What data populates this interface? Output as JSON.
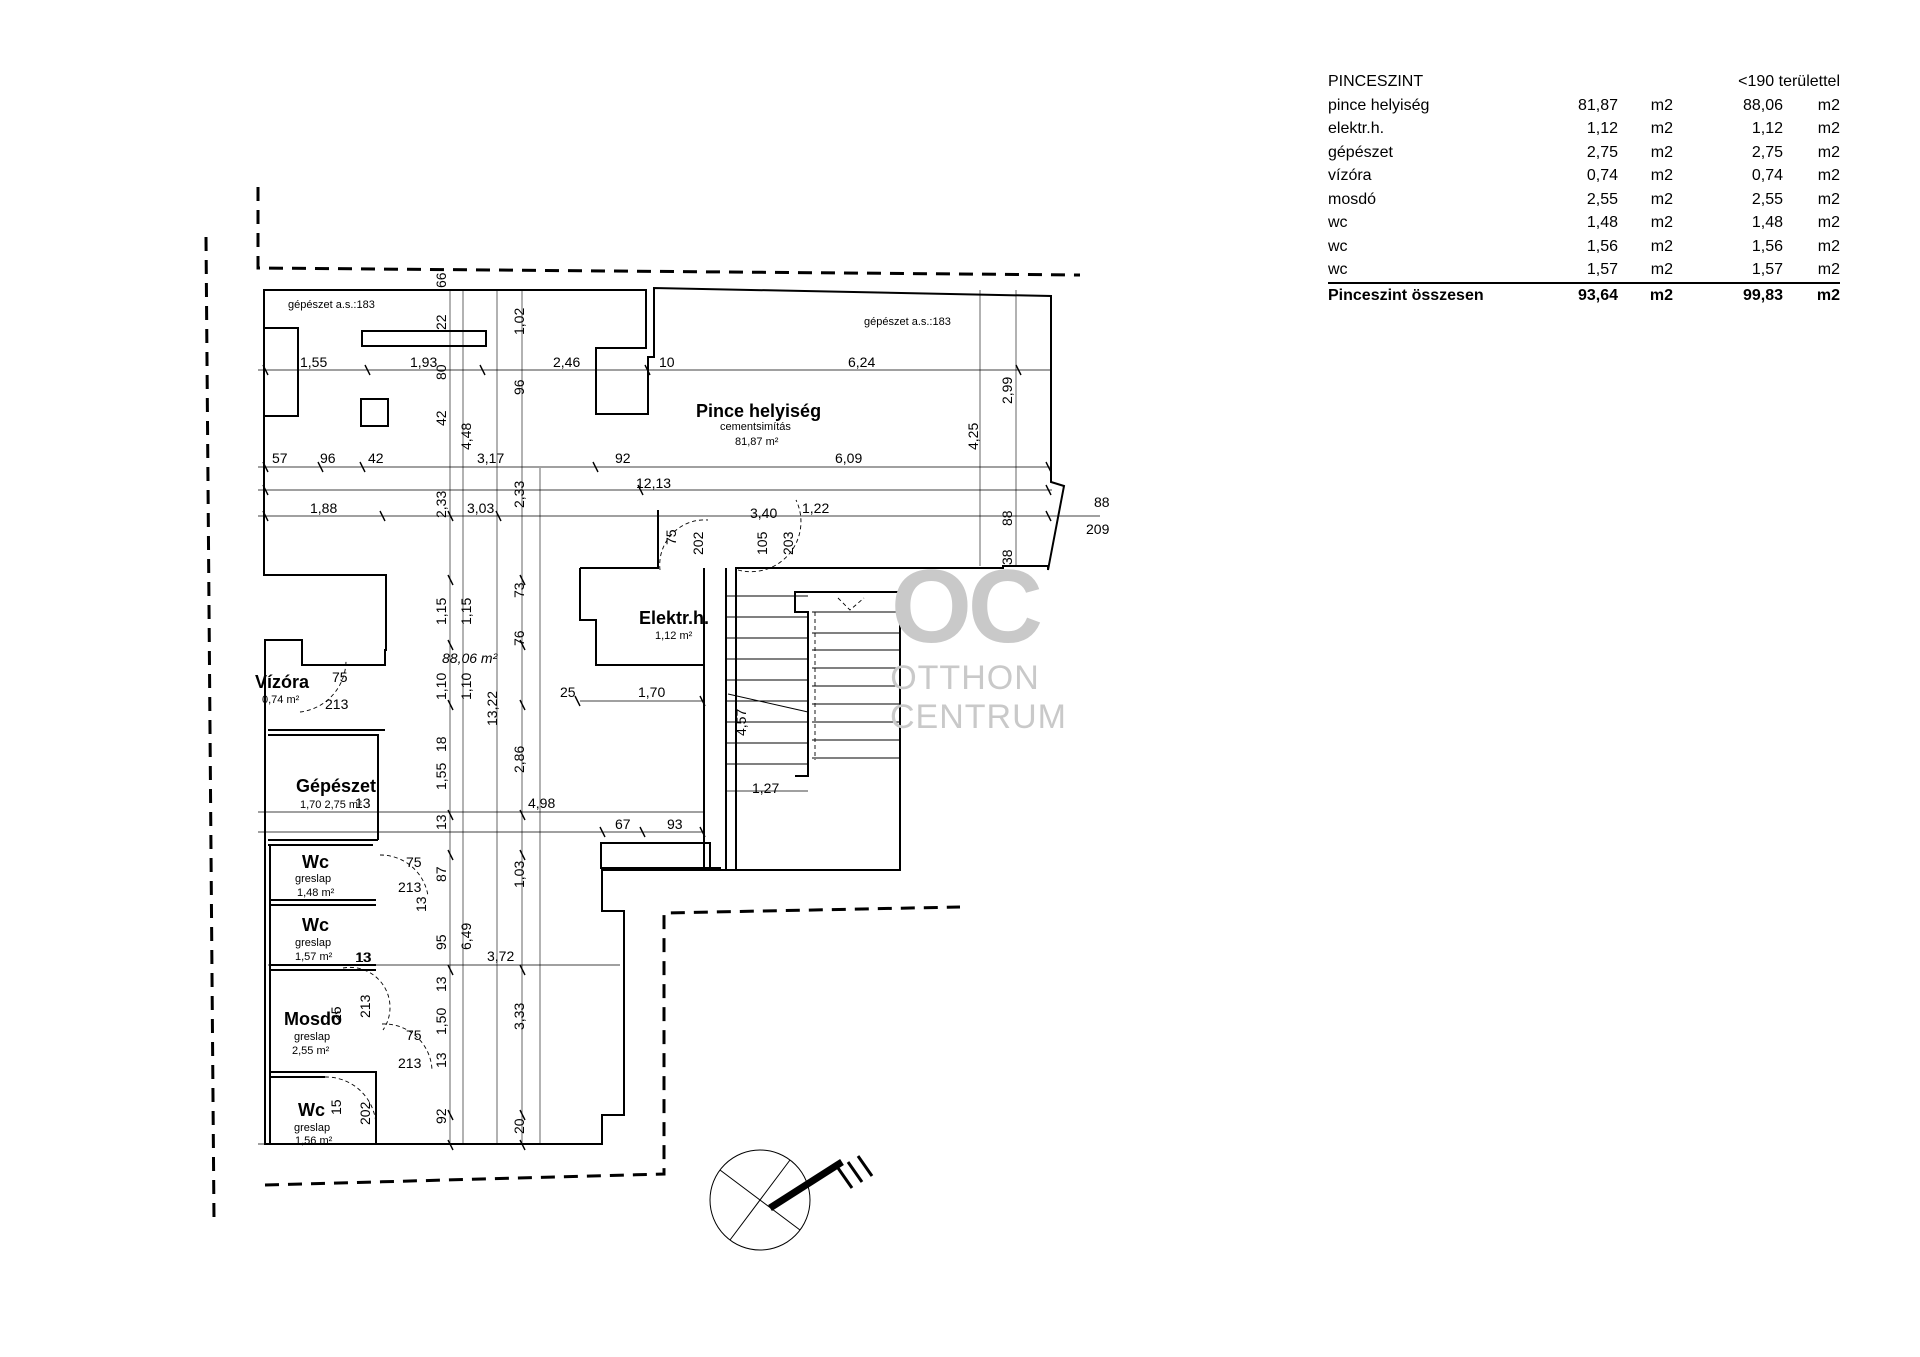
{
  "table": {
    "heading": "PINCESZINT",
    "heading_right": "<190 területtel",
    "rows": [
      {
        "name": "pince helyiség",
        "v1": "81,87",
        "u1": "m2",
        "v2": "88,06",
        "u2": "m2"
      },
      {
        "name": "elektr.h.",
        "v1": "1,12",
        "u1": "m2",
        "v2": "1,12",
        "u2": "m2"
      },
      {
        "name": "gépészet",
        "v1": "2,75",
        "u1": "m2",
        "v2": "2,75",
        "u2": "m2"
      },
      {
        "name": "vízóra",
        "v1": "0,74",
        "u1": "m2",
        "v2": "0,74",
        "u2": "m2"
      },
      {
        "name": "mosdó",
        "v1": "2,55",
        "u1": "m2",
        "v2": "2,55",
        "u2": "m2"
      },
      {
        "name": "wc",
        "v1": "1,48",
        "u1": "m2",
        "v2": "1,48",
        "u2": "m2"
      },
      {
        "name": "wc",
        "v1": "1,56",
        "u1": "m2",
        "v2": "1,56",
        "u2": "m2"
      },
      {
        "name": "wc",
        "v1": "1,57",
        "u1": "m2",
        "v2": "1,57",
        "u2": "m2"
      }
    ],
    "total": {
      "name": "Pinceszint összesen",
      "v1": "93,64",
      "u1": "m2",
      "v2": "99,83",
      "u2": "m2"
    }
  },
  "rooms": {
    "pince": {
      "name": "Pince helyiség",
      "finish": "cementsimítás",
      "area": "81,87 m²"
    },
    "pince_alt_area": "88,06 m²",
    "elektr": {
      "name": "Elektr.h.",
      "area": "1,12 m²"
    },
    "vizora": {
      "name": "Vízóra",
      "area": "0,74 m²"
    },
    "gepeszet": {
      "name": "Gépészet",
      "area": "1,70 2,75 m²"
    },
    "wc1": {
      "name": "Wc",
      "finish": "greslap",
      "area": "1,48 m²"
    },
    "wc2": {
      "name": "Wc",
      "finish": "greslap",
      "area": "1,57 m²"
    },
    "mosdo": {
      "name": "Mosdó",
      "finish": "greslap",
      "area": "2,55 m²"
    },
    "wc3": {
      "name": "Wc",
      "finish": "greslap",
      "area": "1,56 m²"
    }
  },
  "notes": {
    "gepeszet_left": "gépészet a.s.:183",
    "gepeszet_right": "gépészet a.s.:183"
  },
  "dimensions": {
    "d155": "1,55",
    "d193": "1,93",
    "d246": "2,46",
    "d10": "10",
    "d624": "6,24",
    "d57": "57",
    "d96": "96",
    "d42": "42",
    "d317": "3,17",
    "d92": "92",
    "d609": "6,09",
    "d1213": "12,13",
    "d188": "1,88",
    "d233": "2,33",
    "d303": "3,03",
    "d2332": "2,33",
    "d340": "3,40",
    "d122": "1,22",
    "d88": "88",
    "d209": "209",
    "d66": "66",
    "d22": "22",
    "d102": "1,02",
    "d80": "80",
    "d96v": "96",
    "d42v": "42",
    "d448": "4,48",
    "d299": "2,99",
    "d425": "4,25",
    "d88v": "88",
    "d38": "38",
    "d75a": "75",
    "d202a": "202",
    "d105": "105",
    "d203": "203",
    "d115a": "1,15",
    "d115b": "1,15",
    "d73": "73",
    "d76": "76",
    "d110a": "1,10",
    "d110b": "1,10",
    "d1322": "13,22",
    "d286": "2,86",
    "d75b": "75",
    "d213a": "213",
    "d25": "25",
    "d170": "1,70",
    "d457": "4,57",
    "d18": "18",
    "d155v": "1,55",
    "d127": "1,27",
    "d498": "4,98",
    "d13a": "13",
    "d67": "67",
    "d93": "93",
    "d13b": "13",
    "d75c": "75",
    "d213b": "213",
    "d87": "87",
    "d13c": "13",
    "d103": "1,03",
    "d95": "95",
    "d649": "6,49",
    "d13d": "13",
    "d372": "3,72",
    "d25b": "25",
    "d213c": "213",
    "d13e": "13",
    "d150": "1,50",
    "d333": "3,33",
    "d75d": "75",
    "d213d": "213",
    "d13f": "13",
    "d92v": "92",
    "d20": "20",
    "d202b": "202",
    "d15": "15",
    "d13g": "13"
  },
  "watermark": {
    "logo": "OC",
    "line1": "OTTHON",
    "line2": "CENTRUM"
  }
}
